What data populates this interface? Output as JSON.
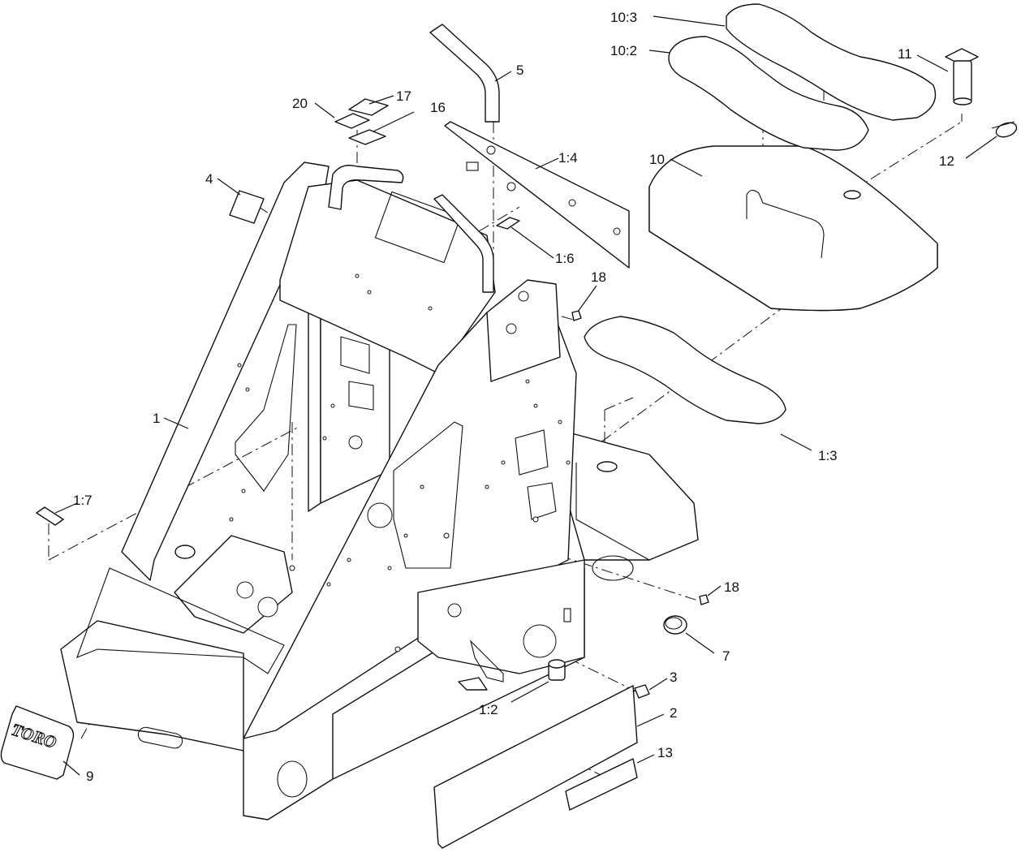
{
  "callouts": {
    "c10_3": "10:3",
    "c10_2": "10:2",
    "c11": "11",
    "c5": "5",
    "c20": "20",
    "c17": "17",
    "c16": "16",
    "c1_4": "1:4",
    "c10": "10",
    "c12": "12",
    "c4": "4",
    "c1_6": "1:6",
    "c18_top": "18",
    "c1": "1",
    "c1_3": "1:3",
    "c1_7": "1:7",
    "c18_bottom": "18",
    "c7": "7",
    "c3": "3",
    "c1_2": "1:2",
    "c2": "2",
    "c13": "13",
    "c9": "9"
  },
  "logo": {
    "text": "TORO"
  }
}
